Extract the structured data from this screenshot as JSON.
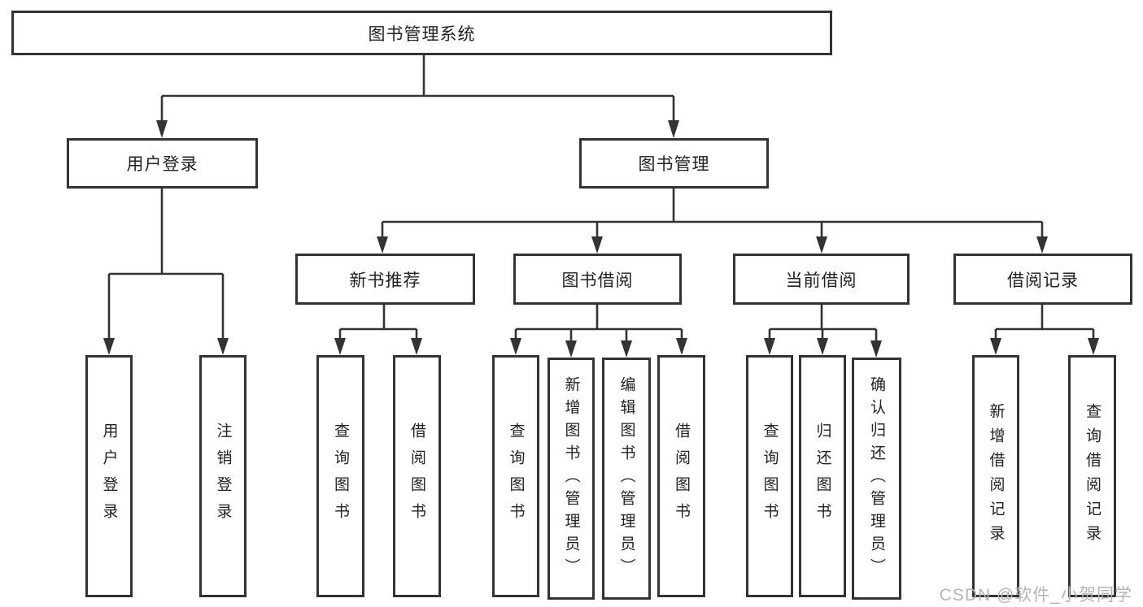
{
  "tree": {
    "root": {
      "label": "图书管理系统"
    },
    "branches": [
      {
        "label": "用户登录",
        "children": [
          {
            "label": "用户登录"
          },
          {
            "label": "注销登录"
          }
        ]
      },
      {
        "label": "图书管理",
        "children": [
          {
            "label": "新书推荐",
            "children": [
              {
                "label": "查询图书"
              },
              {
                "label": "借阅图书"
              }
            ]
          },
          {
            "label": "图书借阅",
            "children": [
              {
                "label": "查询图书"
              },
              {
                "label": "新增图书（管理员）"
              },
              {
                "label": "编辑图书（管理员）"
              },
              {
                "label": "借阅图书"
              }
            ]
          },
          {
            "label": "当前借阅",
            "children": [
              {
                "label": "查询图书"
              },
              {
                "label": "归还图书"
              },
              {
                "label": "确认归还（管理员）"
              }
            ]
          },
          {
            "label": "借阅记录",
            "children": [
              {
                "label": "新增借阅记录"
              },
              {
                "label": "查询借阅记录"
              }
            ]
          }
        ]
      }
    ]
  },
  "watermark": {
    "text": "CSDN @软件_小贺同学",
    "color": "#b3b3b8"
  },
  "colors": {
    "line": "#333333",
    "box_border": "#333333",
    "text": "#222222",
    "background": "#ffffff"
  }
}
